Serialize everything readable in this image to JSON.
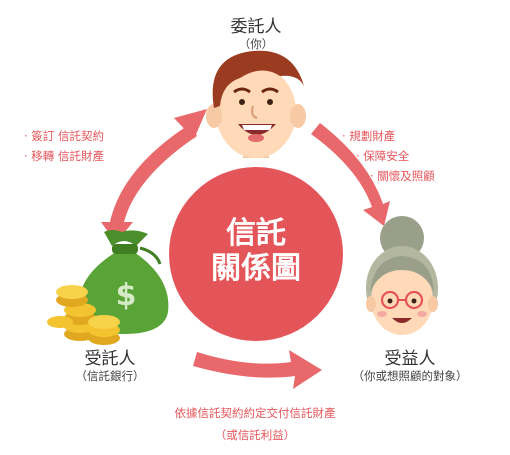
{
  "center": {
    "line1": "信託",
    "line2": "關係圖"
  },
  "settlor": {
    "title": "委託人",
    "subtitle": "（你）"
  },
  "trustee": {
    "title": "受託人",
    "subtitle": "（信託銀行）"
  },
  "beneficiary": {
    "title": "受益人",
    "subtitle": "（你或想照顧的對象）"
  },
  "settlor_to_trustee": [
    "‧ 簽訂 信託契約",
    "‧ 移轉 信託財產"
  ],
  "settlor_to_beneficiary": [
    "‧ 規劃財產",
    "‧ 保障安全",
    "‧ 關懷及照顧"
  ],
  "trustee_to_beneficiary": [
    "依據信託契約約定交付信託財產",
    "（或信託利益）"
  ],
  "money_bag_symbol": "$",
  "colors": {
    "accent": "#e4555a",
    "arrow": "#e8686b",
    "bag": "#5aa437",
    "coin": "#f4c430",
    "skin": "#ffd9b8"
  }
}
